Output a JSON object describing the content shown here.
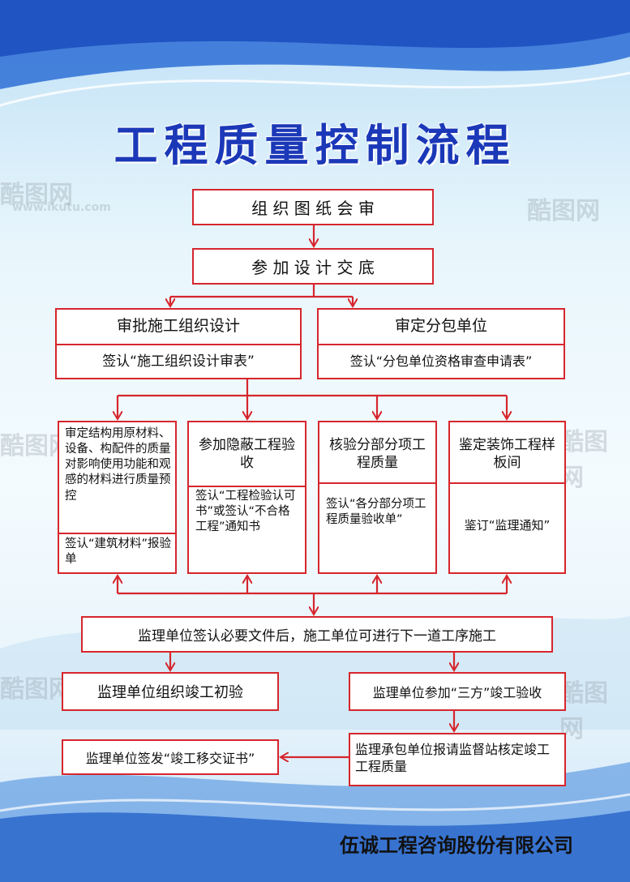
{
  "title": "工程质量控制流程",
  "watermark": {
    "logo": "酷图网",
    "url": "www.ikutu.com"
  },
  "steps": {
    "s1": "组 织 图 纸 会 审",
    "s2": "参 加 设 计 交 底",
    "left_top": "审批施工组织设计",
    "left_sign": "签认“施工组织设计审表”",
    "right_top": "审定分包单位",
    "right_sign": "签认“分包单位资格审查申请表”",
    "col1_top": "审定结构用原材料、设备、构配件的质量对影响使用功能和观感的材料进行质量预控",
    "col1_sign": "签认“建筑材料”报验单",
    "col2_top": "参加隐蔽工程验收",
    "col2_sign": "签认“工程检验认可书”或签认“不合格工程”通知书",
    "col3_top": "核验分部分项工程质量",
    "col3_sign": "签认“各分部分项工程质量验收单”",
    "col4_top": "鉴定装饰工程样板间",
    "col4_sign": "鉴订“监理通知”",
    "next": "监理单位签认必要文件后，施工单位可进行下一道工序施工",
    "initial": "监理单位组织竣工初验",
    "three": "监理单位参加“三方”竣工验收",
    "report": "监理承包单位报请监督站核定竣工工程质量",
    "issue": "监理单位签发“竣工移交证书”"
  },
  "footer": "伍诚工程咨询股份有限公司",
  "colors": {
    "title": "#1b38b8",
    "border": "#d6262d",
    "arrow": "#d6262d"
  }
}
